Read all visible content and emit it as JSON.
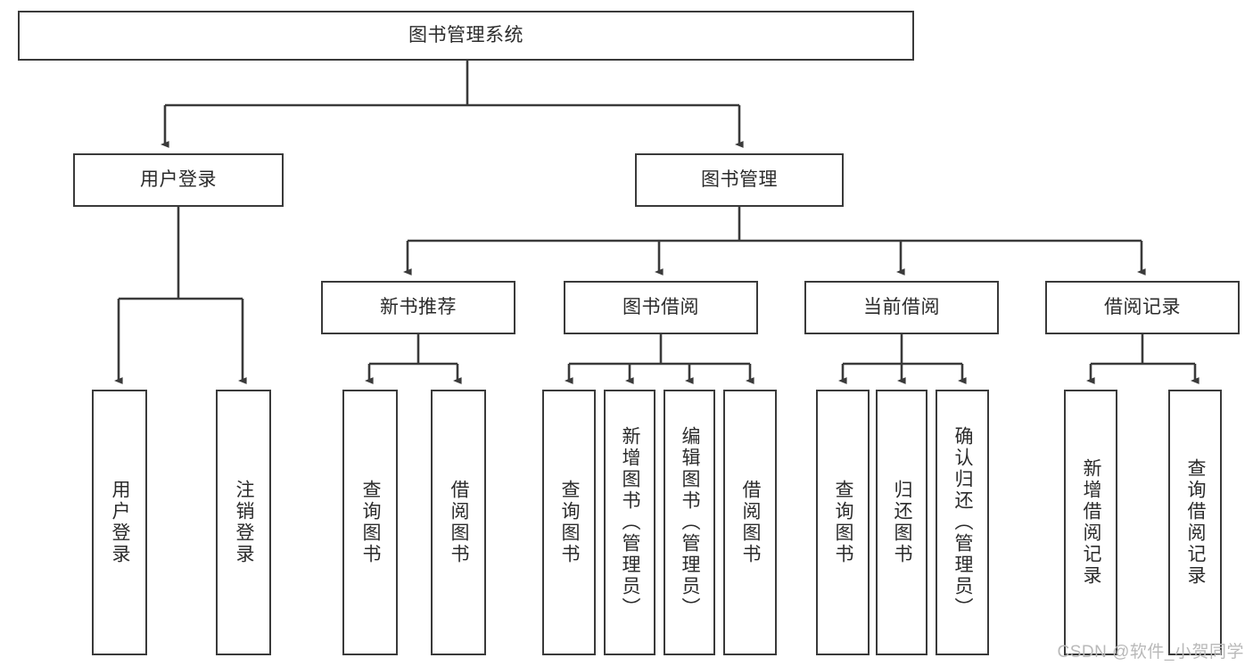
{
  "diagram": {
    "title": "图书管理系统",
    "type": "tree-hierarchy",
    "watermark": "CSDN @软件_小贺同学",
    "colors": {
      "stroke": "#3a3a3a",
      "fill": "#ffffff",
      "text": "#2b2b2b",
      "watermark": "#b9b9b9"
    },
    "root": {
      "label": "图书管理系统"
    },
    "level2": [
      {
        "label": "用户登录"
      },
      {
        "label": "图书管理"
      }
    ],
    "level3": [
      {
        "label": "新书推荐"
      },
      {
        "label": "图书借阅"
      },
      {
        "label": "当前借阅"
      },
      {
        "label": "借阅记录"
      }
    ],
    "leaves": {
      "user_login": [
        {
          "label": "用户登录"
        },
        {
          "label": "注销登录"
        }
      ],
      "new_book": [
        {
          "label": "查询图书"
        },
        {
          "label": "借阅图书"
        }
      ],
      "book_borrow": [
        {
          "label": "查询图书"
        },
        {
          "label": "新增图书（管理员）"
        },
        {
          "label": "编辑图书（管理员）"
        },
        {
          "label": "借阅图书"
        }
      ],
      "current_borrow": [
        {
          "label": "查询图书"
        },
        {
          "label": "归还图书"
        },
        {
          "label": "确认归还（管理员）"
        }
      ],
      "borrow_record": [
        {
          "label": "新增借阅记录"
        },
        {
          "label": "查询借阅记录"
        }
      ]
    }
  }
}
